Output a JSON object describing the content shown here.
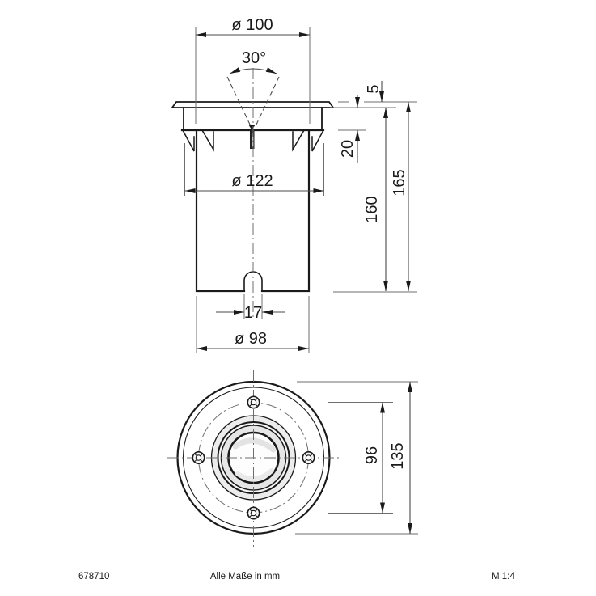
{
  "labels": {
    "side": {
      "flange_dia": "ø 100",
      "beam_angle": "30°",
      "flange_height": "5",
      "clip_depth": "20",
      "clip_dia": "ø 122",
      "body_height": "160",
      "total_height": "165",
      "notch_width": "17",
      "body_dia": "ø 98"
    },
    "top": {
      "screw_circle_dia": "96",
      "outer_dia": "135"
    },
    "footer": {
      "article_number": "678710",
      "units_note": "Alle Maße in mm",
      "scale": "M 1:4"
    }
  },
  "colors": {
    "line": "#1a1a1a",
    "dim": "#4a4a4a",
    "thin": "#6e6e6e",
    "fill_light": "#ececec",
    "fill_mid": "#e6e6e6",
    "bg": "#ffffff"
  }
}
